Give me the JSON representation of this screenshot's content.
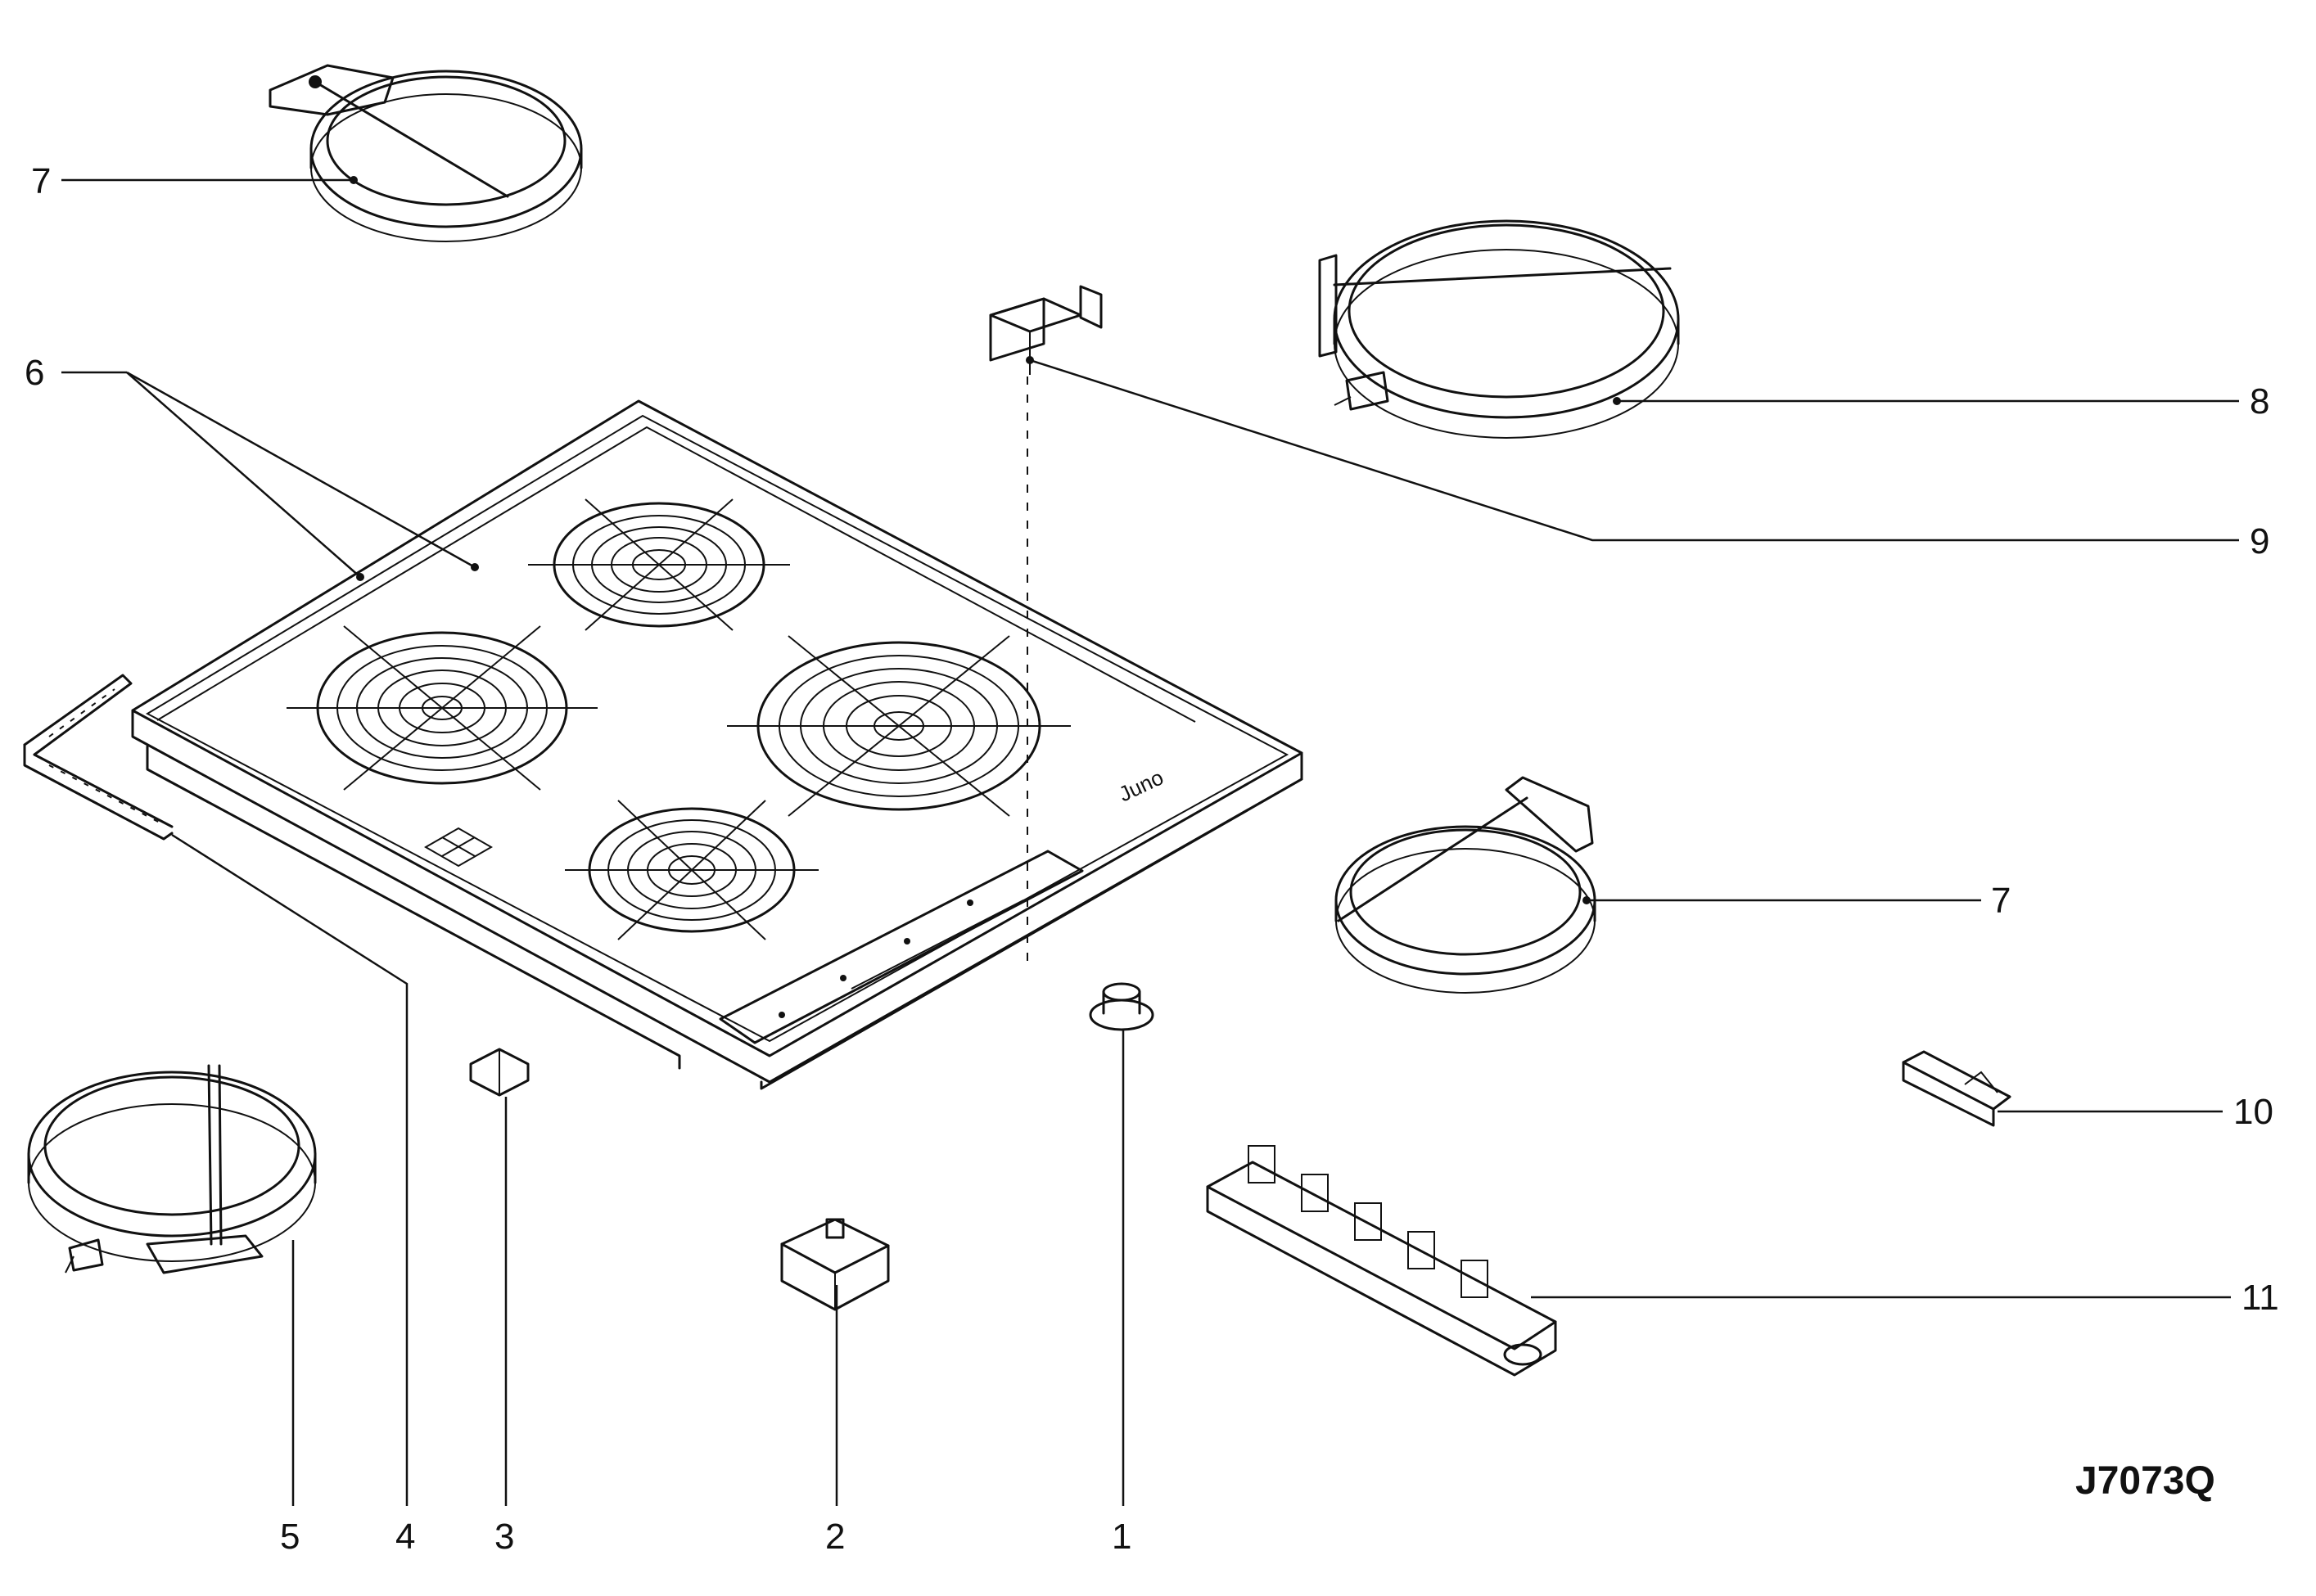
{
  "drawing_code": "J7073Q",
  "callouts": {
    "c1": "1",
    "c2": "2",
    "c3": "3",
    "c4": "4",
    "c5": "5",
    "c6": "6",
    "c7a": "7",
    "c7b": "7",
    "c8": "8",
    "c9": "9",
    "c10": "10",
    "c11": "11"
  },
  "hob_brand": "Juno"
}
